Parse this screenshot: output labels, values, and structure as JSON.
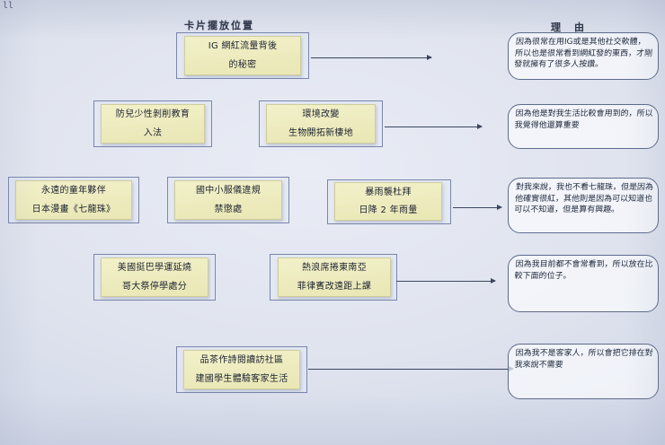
{
  "page": {
    "corner_mark": "ll",
    "headings": {
      "left": "卡片擺放位置",
      "right": "理　由"
    }
  },
  "rows": [
    {
      "cards": [
        {
          "lines": [
            "IG 網紅流量背後",
            "的秘密"
          ]
        }
      ],
      "reason": "因為很常在用IG或是其他社交軟體，所以也是很常看到網紅發的東西，才剛發就擁有了很多人按讚。"
    },
    {
      "cards": [
        {
          "lines": [
            "防兒少性剝削教育",
            "入法"
          ]
        },
        {
          "lines": [
            "環境改變",
            "生物開拓新棲地"
          ]
        }
      ],
      "reason": "因為他是對我生活比較會用到的，所以我覺得他還算重要"
    },
    {
      "cards": [
        {
          "lines": [
            "永遠的童年夥伴",
            "日本漫畫《七龍珠》"
          ]
        },
        {
          "lines": [
            "國中小服儀違規",
            "禁懲處"
          ]
        },
        {
          "lines": [
            "暴雨襲杜拜",
            "日降 2 年雨量"
          ]
        }
      ],
      "reason": "對我來說，我也不看七龍珠，但是因為他確實很紅，其他則是因為可以知道也可以不知道，但是算有興趣。"
    },
    {
      "cards": [
        {
          "lines": [
            "美國挺巴學運延燒",
            "哥大祭停學處分"
          ]
        },
        {
          "lines": [
            "熱浪席捲東南亞",
            "菲律賓改遠距上課"
          ]
        }
      ],
      "reason": "因為我目前都不會常看到，所以放在比較下面的位子。"
    },
    {
      "cards": [
        {
          "lines": [
            "品茶作詩閱讀訪社區",
            "建國學生體驗客家生活"
          ]
        }
      ],
      "reason": "因為我不是客家人，所以會把它排在對我來說不需要"
    }
  ],
  "colors": {
    "card_fill": "#eeecc0",
    "frame_border": "#7a86ac",
    "reason_border": "#5d6a8c",
    "arrow": "#3c4660",
    "paper": "#dfe3ee"
  }
}
